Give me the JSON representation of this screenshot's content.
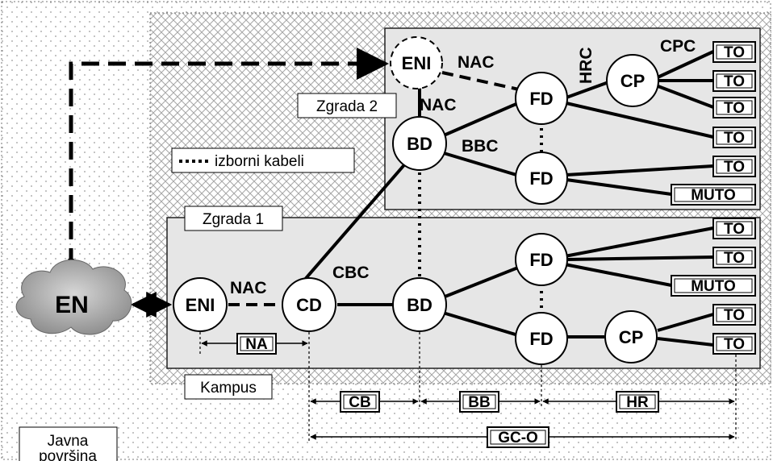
{
  "areas": {
    "public_label_line1": "Javna",
    "public_label_line2": "površina",
    "campus_label": "Kampus",
    "building1_label": "Zgrada 1",
    "building2_label": "Zgrada 2"
  },
  "legend": {
    "optional_cables_label": "izborni kabeli"
  },
  "nodes": {
    "en": "EN",
    "eni_campus": "ENI",
    "eni_building2": "ENI",
    "cd": "CD",
    "bd_building1": "BD",
    "bd_building2": "BD",
    "fd_b1_upper": "FD",
    "fd_b1_lower": "FD",
    "fd_b2_upper": "FD",
    "fd_b2_lower": "FD",
    "cp_b1": "CP",
    "cp_b2": "CP"
  },
  "cable_labels": {
    "nac_campus": "NAC",
    "nac_b2_top": "NAC",
    "nac_b2_vertical": "NAC",
    "cbc": "CBC",
    "bbc": "BBC",
    "hrc": "HRC",
    "cpc": "CPC"
  },
  "outlets": {
    "b2": [
      "TO",
      "TO",
      "TO",
      "TO",
      "TO",
      "MUTO"
    ],
    "b1": [
      "TO",
      "TO",
      "MUTO",
      "TO",
      "TO"
    ]
  },
  "dimensions": {
    "na": "NA",
    "cb": "CB",
    "bb": "BB",
    "hr": "HR",
    "gco": "GC-O"
  }
}
